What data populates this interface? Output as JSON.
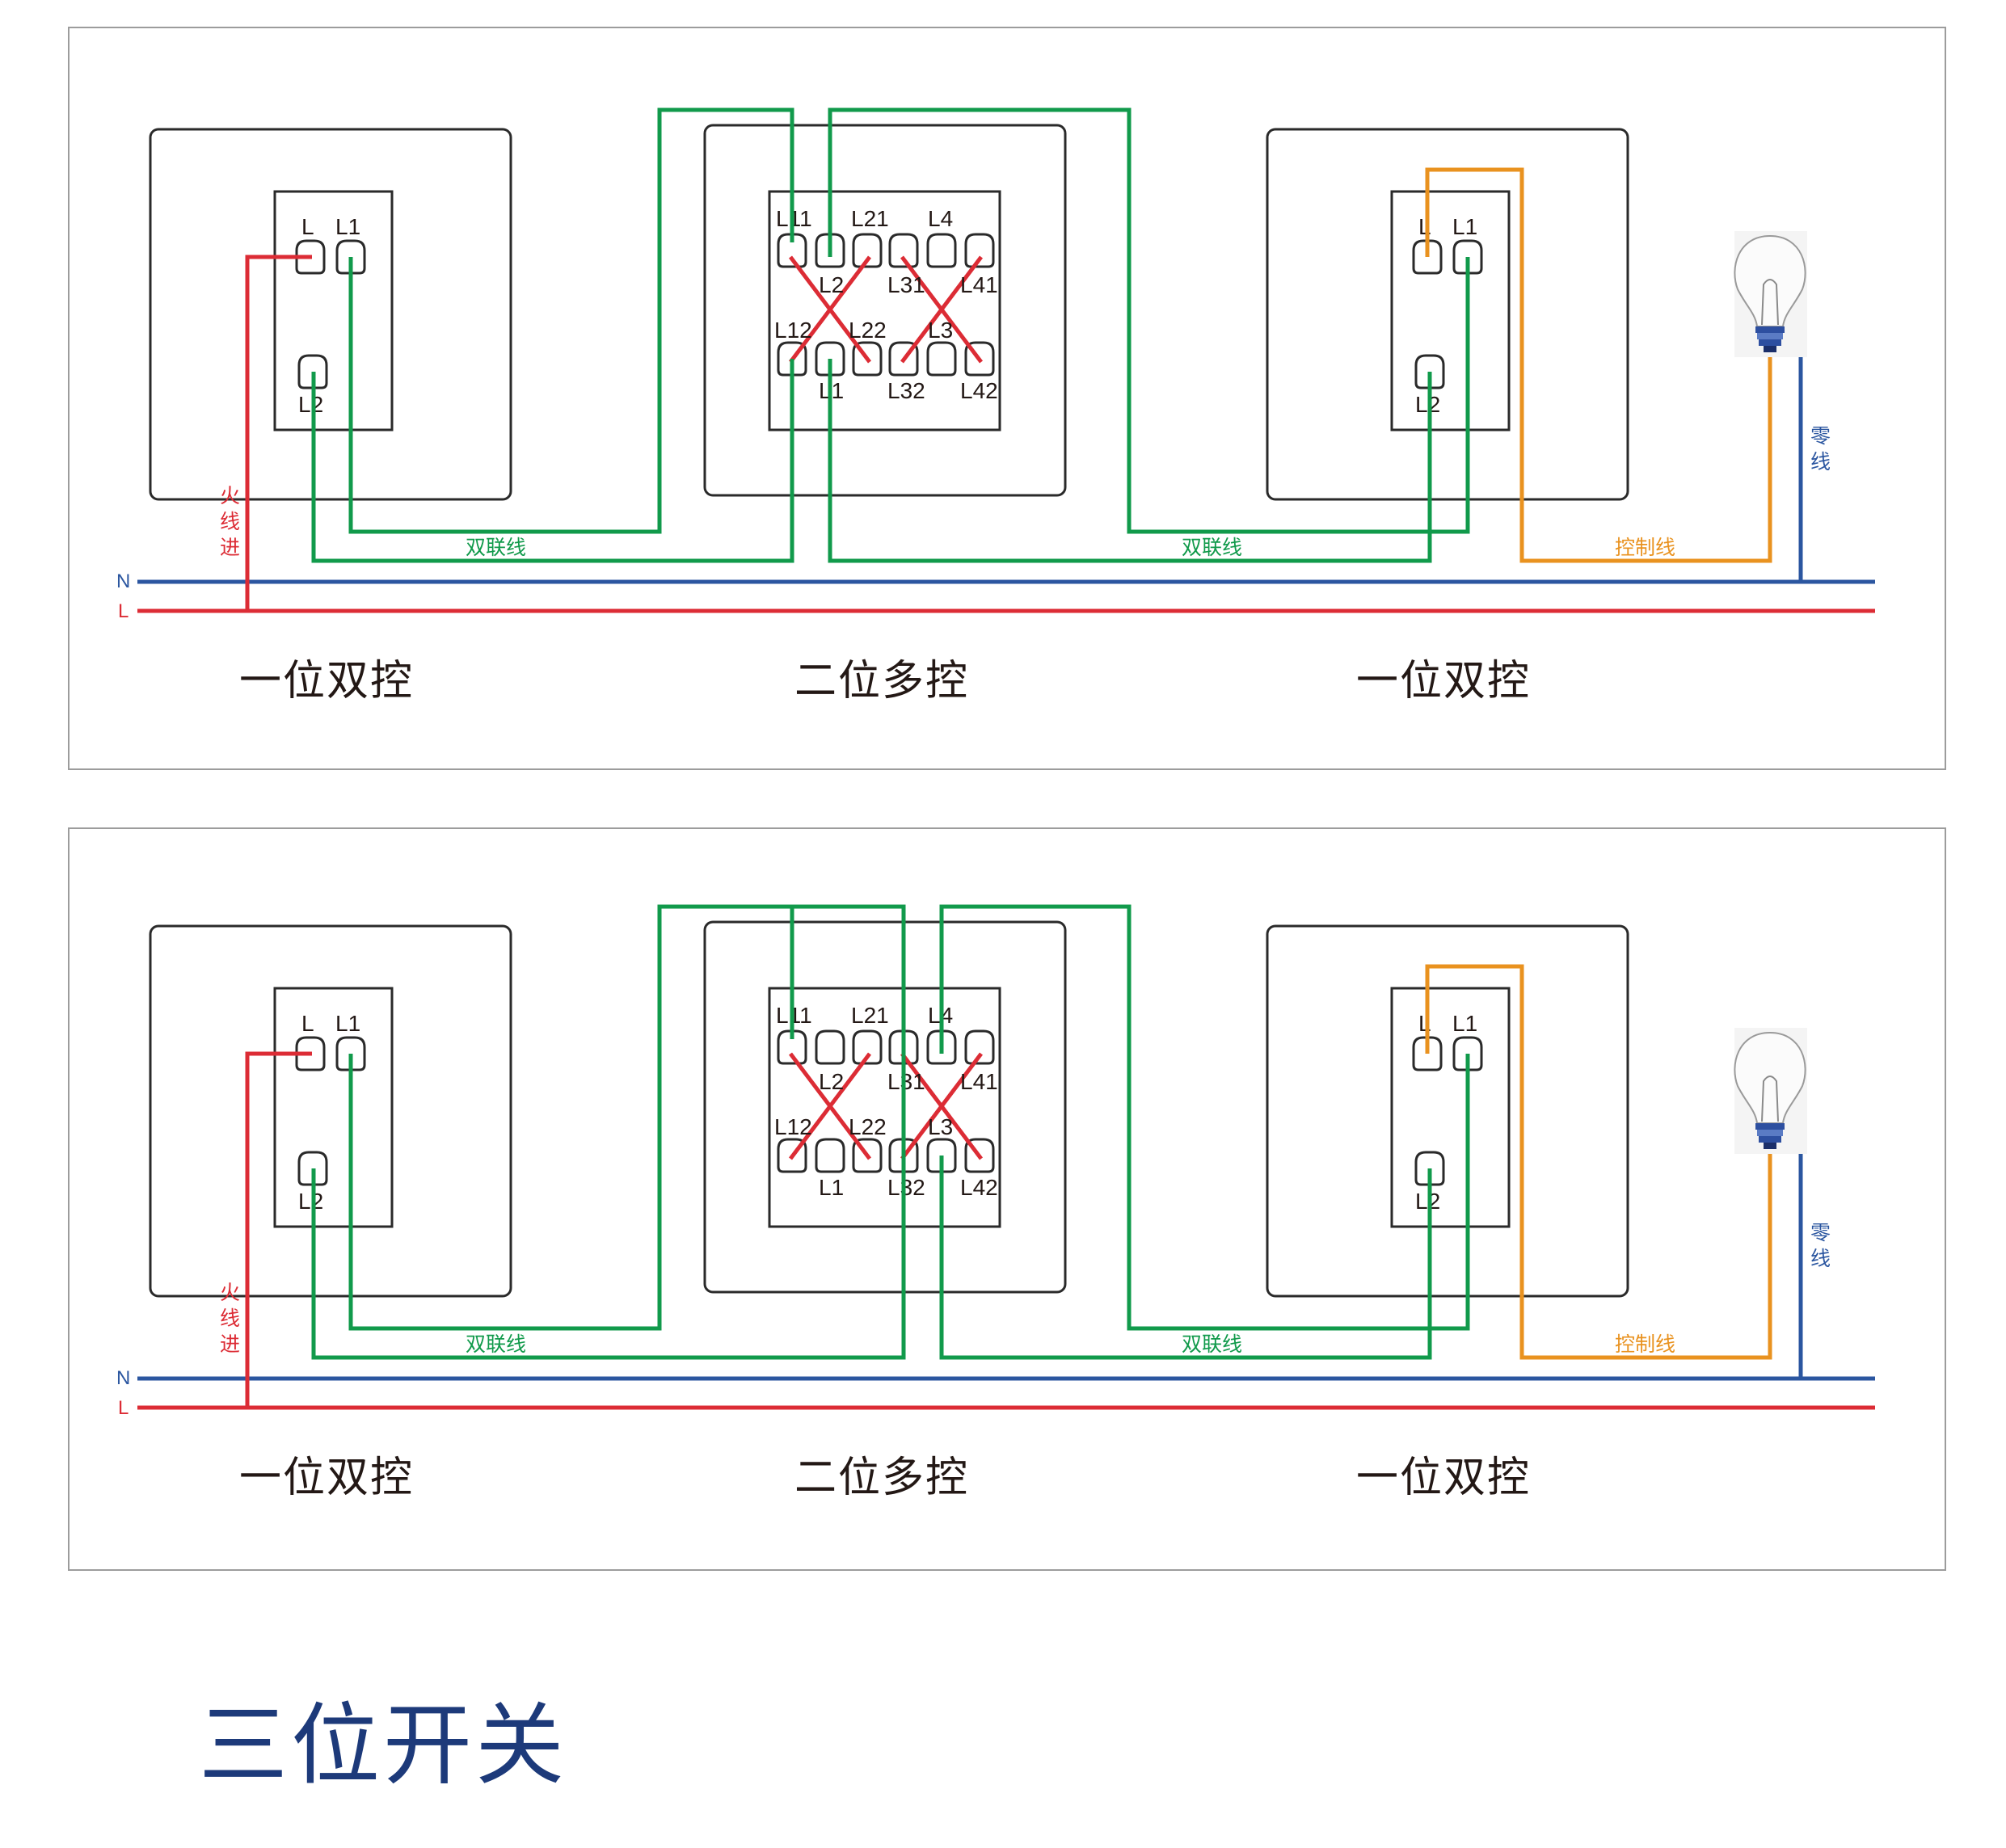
{
  "colors": {
    "hot": "#dc2c35",
    "neutral": "#2b56a0",
    "traveler": "#119a4b",
    "control": "#e9921f",
    "outline": "#2a2a2a",
    "title": "#1d3a7a"
  },
  "labels": {
    "single_terms": {
      "l": "L",
      "l1": "L1",
      "l2": "L2"
    },
    "multi_top": [
      "L11",
      "L21",
      "L4"
    ],
    "multi_mid_top": [
      "L2",
      "L31",
      "L41"
    ],
    "multi_mid_bot": [
      "L12",
      "L22",
      "L3"
    ],
    "multi_bot": [
      "L1",
      "L32",
      "L42"
    ],
    "bus_n": "N",
    "bus_l": "L",
    "live_in": [
      "火",
      "线",
      "进"
    ],
    "neutral_text": [
      "零",
      "线"
    ],
    "traveler": "双联线",
    "control": "控制线",
    "switch_left": "一位双控",
    "switch_mid": "二位多控",
    "switch_right": "一位双控"
  },
  "page_title": "三位开关",
  "icons": {
    "bulb": "light-bulb-icon"
  }
}
